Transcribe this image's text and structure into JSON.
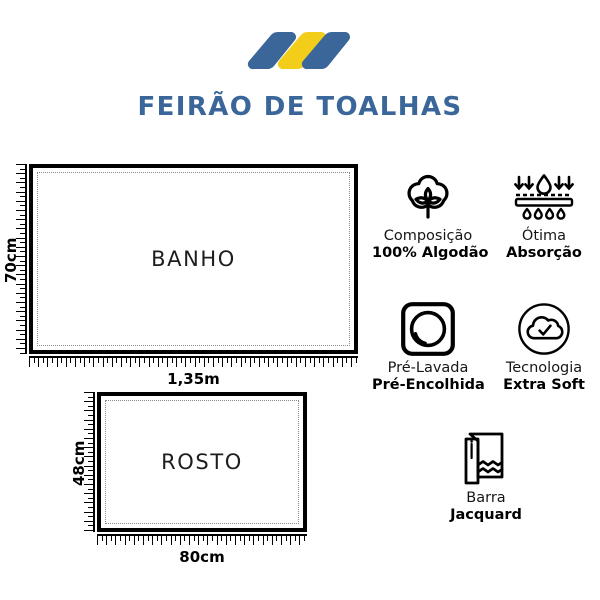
{
  "header": {
    "brand_title": "FEIRÃO DE TOALHAS",
    "logo_icon": "stacked-cards-logo",
    "colors": {
      "brand_blue": "#3a6699",
      "brand_yellow": "#f2ce1b"
    }
  },
  "diagram": {
    "products": [
      {
        "name": "BANHO",
        "width_label": "1,35m",
        "height_label": "70cm"
      },
      {
        "name": "ROSTO",
        "width_label": "80cm",
        "height_label": "48cm"
      }
    ]
  },
  "features": [
    {
      "icon": "cotton-boll-icon",
      "line1": "Composição",
      "line2": "100% Algodão"
    },
    {
      "icon": "absorption-arrows-icon",
      "line1": "Ótima",
      "line2": "Absorção"
    },
    {
      "icon": "washing-machine-icon",
      "line1": "Pré-Lavada",
      "line2": "Pré-Encolhida"
    },
    {
      "icon": "cloud-check-icon",
      "line1": "Tecnologia",
      "line2": "Extra Soft"
    },
    {
      "icon": "folded-towel-icon",
      "line1": "Barra",
      "line2": "Jacquard"
    }
  ]
}
